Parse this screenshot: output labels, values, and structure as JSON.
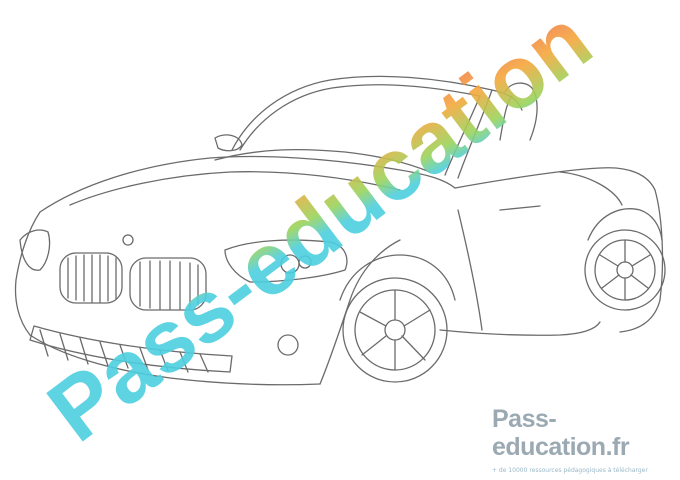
{
  "watermark": {
    "text": "Pass-education"
  },
  "brand": {
    "name": "Pass-education.fr",
    "tagline": "+ de 10000 ressources pédagogiques à télécharger"
  },
  "colors": {
    "line": "#6b6b6b",
    "watermark_cyan": "#4ccfe0",
    "watermark_green": "#9bd35a",
    "watermark_orange": "#f4a73c",
    "watermark_red": "#ef5a5a",
    "brand_gray": "#9aa9b2"
  },
  "icons": [
    "car-coloring-illustration"
  ]
}
